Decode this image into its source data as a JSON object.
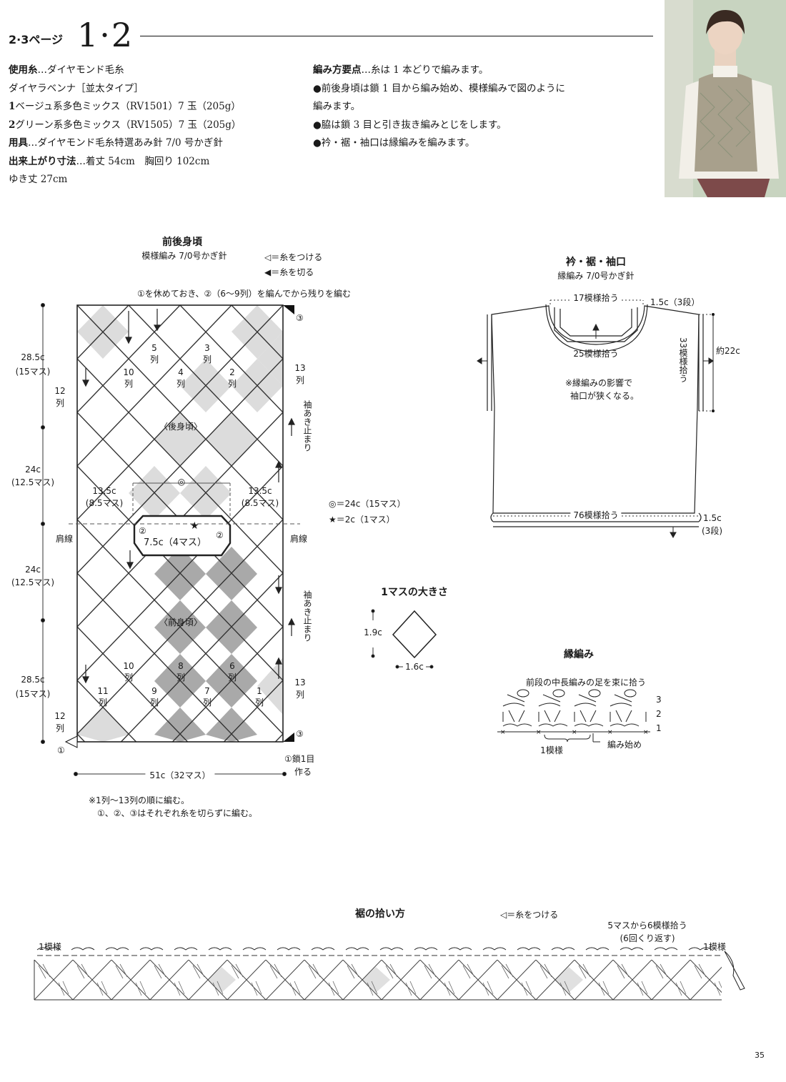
{
  "header": {
    "page_ref": "2·3ページ",
    "model_no": "1·2"
  },
  "spec": {
    "yarn_label": "使用糸",
    "yarn_value": "…ダイヤモンド毛糸",
    "yarn_name": "ダイヤラベンナ［並太タイプ］",
    "color1_no": "1",
    "color1": "ベージュ系多色ミックス（RV1501）7 玉（205g）",
    "color2_no": "2",
    "color2": "グリーン系多色ミックス（RV1505）7 玉（205g）",
    "tools_label": "用具",
    "tools_value": "…ダイヤモンド毛糸特選あみ針 7/0 号かぎ針",
    "size_label": "出来上がり寸法",
    "size_value": "…着丈 54cm　胸回り 102cm",
    "sleeve": "ゆき丈 27cm"
  },
  "points": {
    "label": "編み方要点",
    "intro": "…糸は 1 本どりで編みます。",
    "p1a": "●前後身頃は鎖 1 目から編み始め、模様編みで図のように",
    "p1b": "編みます。",
    "p2": "●脇は鎖 3 目と引き抜き編みとじをします。",
    "p3": "●衿・裾・袖口は縁編みを編みます。"
  },
  "body_chart": {
    "title": "前後身頃",
    "subtitle": "模様編み 7/0号かぎ針",
    "legend_attach": "◁＝糸をつける",
    "legend_cut": "◀＝糸を切る",
    "note_top": "①を休めておき、②（6〜9列）を編んでから残りを編む",
    "dims": {
      "d1": "28.5c",
      "d1s": "(15マス)",
      "d2": "24c",
      "d2s": "(12.5マス)",
      "d3": "24c",
      "d3s": "(12.5マス)",
      "d4": "28.5c",
      "d4s": "(15マス)"
    },
    "row12": "12",
    "row12b": "列",
    "row13": "13",
    "row13b": "列",
    "cols_back": [
      {
        "n": "5",
        "u": "列"
      },
      {
        "n": "3",
        "u": "列"
      },
      {
        "n": "10",
        "u": "列"
      },
      {
        "n": "4",
        "u": "列"
      },
      {
        "n": "2",
        "u": "列"
      }
    ],
    "cols_front": [
      {
        "n": "10",
        "u": "列"
      },
      {
        "n": "8",
        "u": "列"
      },
      {
        "n": "6",
        "u": "列"
      },
      {
        "n": "11",
        "u": "列"
      },
      {
        "n": "9",
        "u": "列"
      },
      {
        "n": "7",
        "u": "列"
      },
      {
        "n": "1",
        "u": "列"
      }
    ],
    "back_label": "〈後身頃〉",
    "front_label": "〈前身頃〉",
    "sleeve_open": "袖あき止まり",
    "neck_side_left": "13.5c",
    "neck_side_left_s": "(8.5マス)",
    "neck_side_right": "13.5c",
    "neck_side_right_s": "(8.5マス)",
    "neck_width": "7.5c（4マス）",
    "shoulder": "肩線",
    "circle1": "①",
    "circle2": "②",
    "circle3": "③",
    "double_circle": "◎",
    "star": "★",
    "width": "51c（32マス）",
    "start_note_a": "①鎖1目",
    "start_note_b": "作る",
    "foot1": "※1列〜13列の順に編む。",
    "foot2": "①、②、③はそれぞれ糸を切らずに編む。"
  },
  "legend_mid": {
    "circle_eq": "◎＝24c（15マス）",
    "star_eq": "★＝2c（1マス）"
  },
  "edge_chart": {
    "title": "衿・裾・袖口",
    "subtitle": "縁編み 7/0号かぎ針",
    "neck_top": "17模様拾う",
    "neck_bottom": "25模様拾う",
    "neck_rows": "1.5c（3段）",
    "armhole": "33模様拾う",
    "armhole_len": "約22c",
    "note1": "※縁編みの影響で",
    "note2": "袖口が狭くなる。",
    "hem": "76模様拾う",
    "hem_h": "1.5c",
    "hem_rows": "(3段)"
  },
  "unit": {
    "title": "1マスの大きさ",
    "h": "1.9c",
    "w": "1.6c"
  },
  "border": {
    "title": "縁編み",
    "note": "前段の中長編みの足を束に拾う",
    "r3": "3",
    "r2": "2",
    "r1": "1",
    "repeat": "1模様",
    "start": "編み始め"
  },
  "hem_pickup": {
    "title": "裾の拾い方",
    "legend": "◁＝糸をつける",
    "rep_a": "5マスから6模様拾う",
    "rep_b": "(6回くり返す)",
    "left": "1模様",
    "right": "1模様"
  },
  "page_number": "35"
}
